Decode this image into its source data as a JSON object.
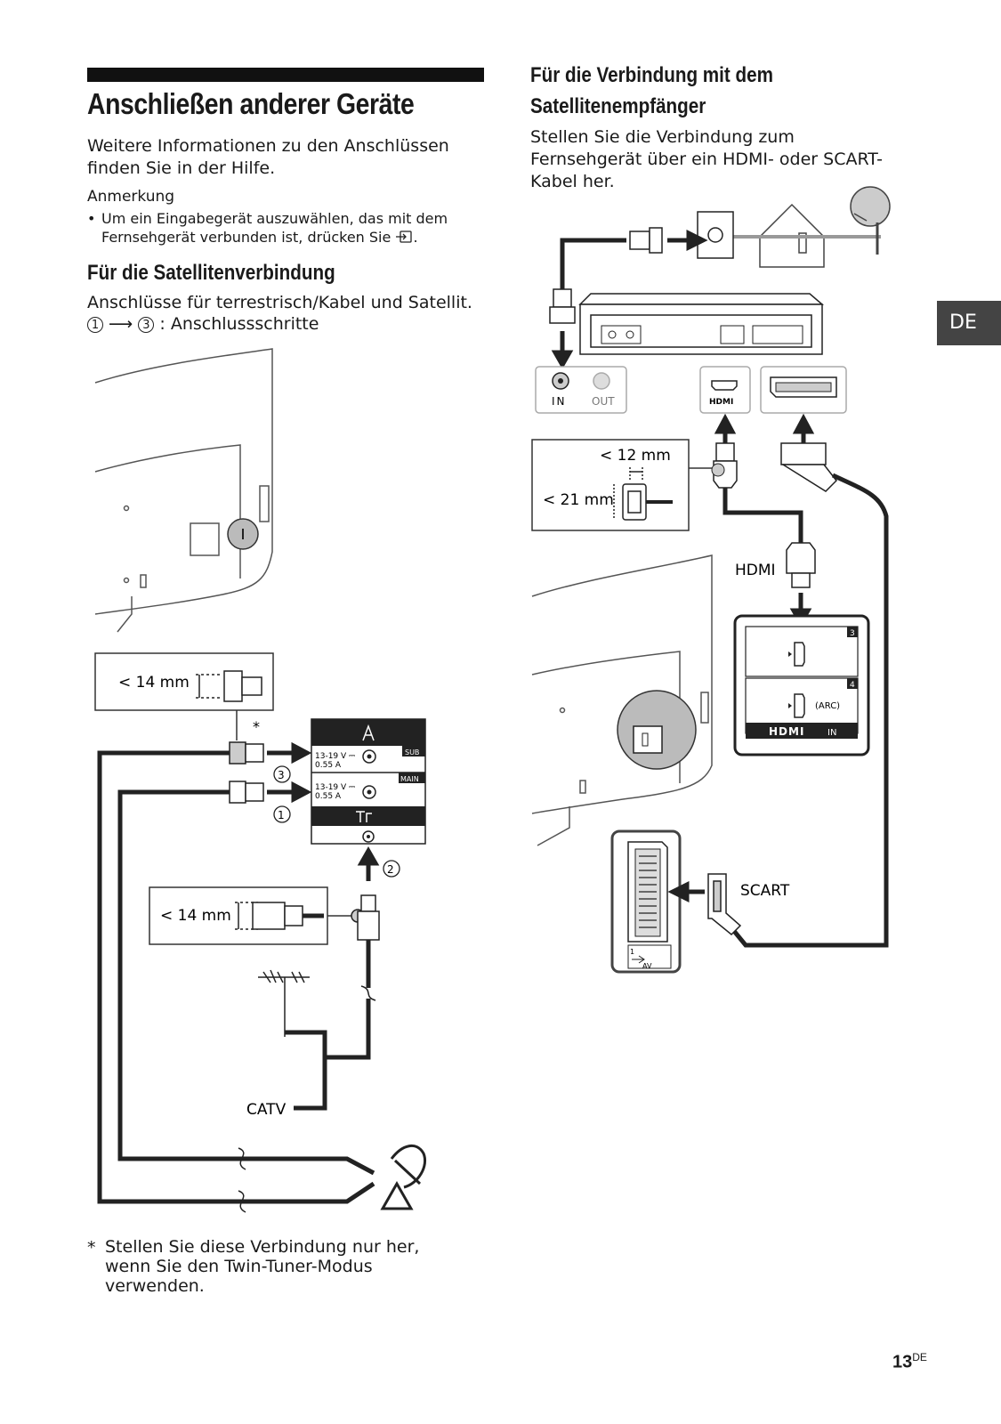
{
  "left": {
    "title": "Anschließen anderer Geräte",
    "intro": "Weitere Informationen zu den Anschlüssen finden Sie in der Hilfe.",
    "note_title": "Anmerkung",
    "note_bullet": "•",
    "note_text": "Um ein Eingabegerät auszuwählen, das mit dem Fernsehgerät verbunden ist, drücken Sie",
    "note_end": ".",
    "section_title": "Für die Satellitenverbindung",
    "section_text": "Anschlüsse für terrestrisch/Kabel und Satellit.",
    "steps_from": "1",
    "steps_to": "3",
    "steps_text": ": Anschlussschritte",
    "footnote_mark": "*",
    "footnote_text": "Stellen Sie diese Verbindung nur her, wenn Sie den Twin-Tuner-Modus verwenden."
  },
  "right": {
    "section_title_1": "Für die Verbindung mit dem",
    "section_title_2": "Satellitenempfänger",
    "section_text": "Stellen Sie die Verbindung zum Fernsehgerät über ein HDMI- oder SCART-Kabel her."
  },
  "diagram_left": {
    "dim1": "< 14 mm",
    "dim2": "< 14 mm",
    "asterisk": "*",
    "step1": "1",
    "step2": "2",
    "step3": "3",
    "spec1": "13-19 V ⎓",
    "spec1b": "0.55 A",
    "spec2": "13-19 V ⎓",
    "spec2b": "0.55 A",
    "sub": "SUB",
    "main": "MAIN",
    "catv": "CATV"
  },
  "diagram_right": {
    "in": "IN",
    "out": "OUT",
    "hdmi_logo": "HDMI",
    "dim_w": "< 12 mm",
    "dim_h": "< 21 mm",
    "hdmi_label": "HDMI",
    "port3": "3",
    "port4": "4",
    "arc": "(ARC)",
    "hdmi_in_logo": "HDMI",
    "hdmi_in": "IN",
    "scart_label": "SCART",
    "av_num": "1",
    "av": "AV"
  },
  "tab": "DE",
  "page_number": "13",
  "page_suffix": "DE"
}
